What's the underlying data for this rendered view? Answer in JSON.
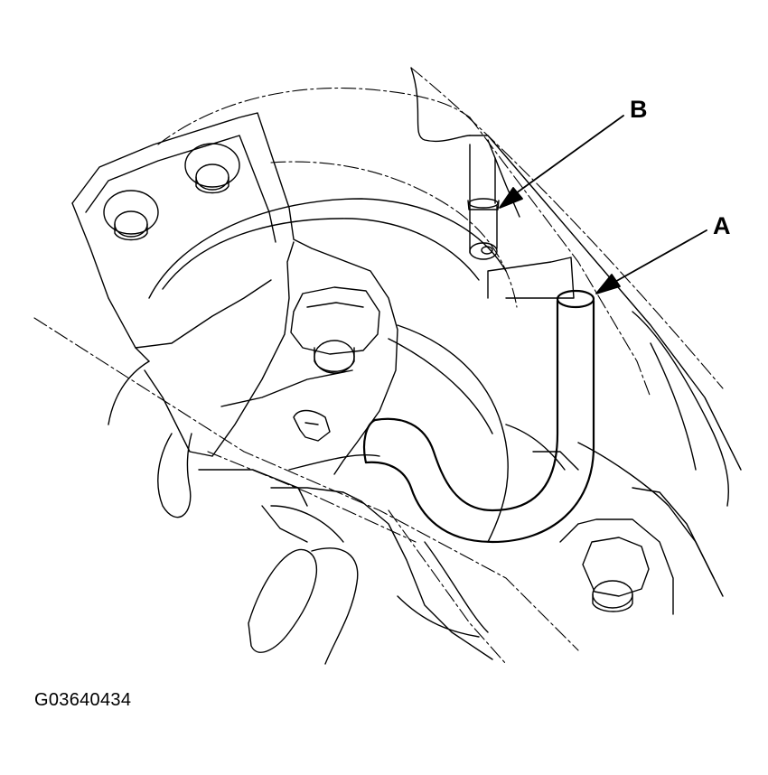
{
  "callouts": {
    "a": "A",
    "b": "B"
  },
  "figure_code": "G03640434",
  "colors": {
    "line": "#000000",
    "background": "#ffffff"
  }
}
